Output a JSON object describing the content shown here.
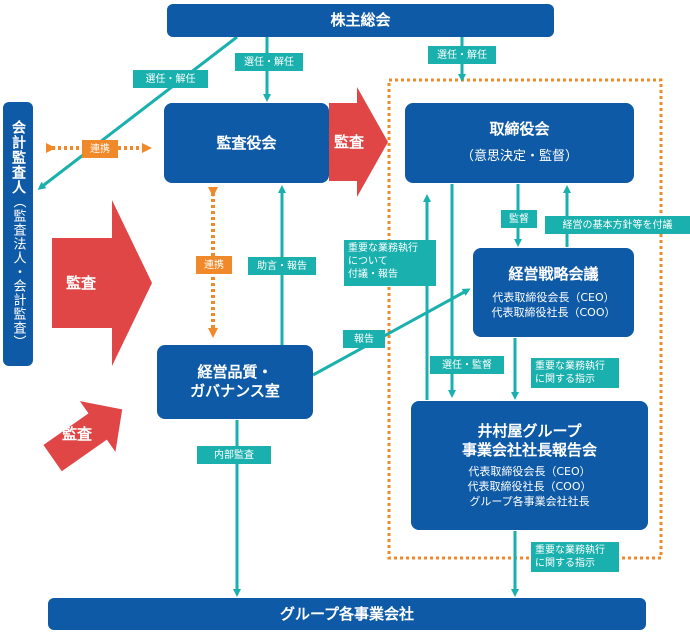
{
  "boxes": {
    "shareholders": "株主総会",
    "auditors_title": "会計監査人",
    "auditors_sub": "（監査法人・会計監査）",
    "audit_board": "監査役会",
    "board": "取締役会",
    "board_sub": "（意思決定・監督）",
    "strategy": "経営戦略会議",
    "strategy_line1": "代表取締役会長（CEO）",
    "strategy_line2": "代表取締役社長（COO）",
    "quality_line1": "経営品質・",
    "quality_line2": "ガバナンス室",
    "report_mtg_line1": "井村屋グループ",
    "report_mtg_line2": "事業会社社長報告会",
    "report_mtg_line3": "代表取締役会長（CEO）",
    "report_mtg_line4": "代表取締役社長（COO）",
    "report_mtg_line5": "グループ各事業会社社長",
    "group": "グループ各事業会社"
  },
  "labels": {
    "elect_dismiss_auditor": "選任・解任",
    "elect_dismiss_board": "選任・解任",
    "elect_dismiss_board2": "選任・解任",
    "cooperate_top": "連携",
    "cooperate_mid": "連携",
    "advice_report": "助言・報告",
    "important_exec_line1": "重要な業務執行",
    "important_exec_line2": "について",
    "important_exec_line3": "付議・報告",
    "supervise": "監督",
    "policy_submit": "経営の基本方針等を付議",
    "report": "報告",
    "elect_supervise": "選任・監督",
    "instr1_line1": "重要な業務執行",
    "instr1_line2": "に関する指示",
    "internal_audit": "内部監査",
    "instr2_line1": "重要な業務執行",
    "instr2_line2": "に関する指示"
  },
  "audit_arrows": {
    "a1": "監査",
    "a2": "監査",
    "a3": "監査"
  },
  "colors": {
    "navy": "#0e5aa7",
    "teal": "#1ab0ad",
    "orange": "#f0892a",
    "red": "#e04646"
  }
}
